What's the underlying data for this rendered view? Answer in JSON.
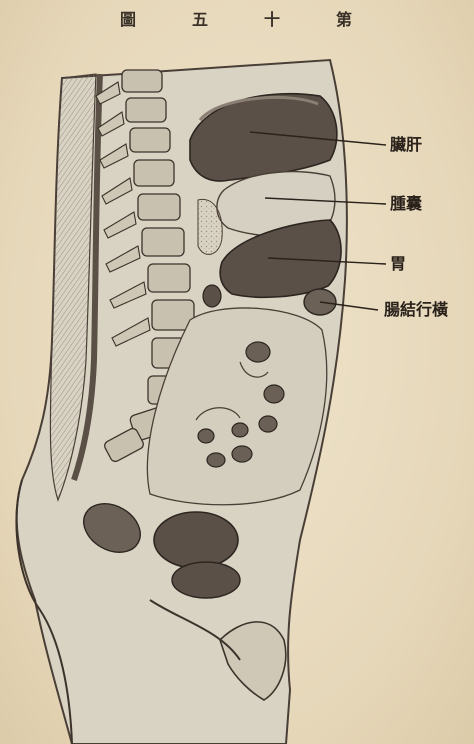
{
  "figure": {
    "title_chars": [
      "圖",
      "五",
      "十",
      "第"
    ]
  },
  "labels": {
    "liver": "臟肝",
    "gallbladder": "腫囊",
    "stomach": "胃",
    "transverse_colon": "腸結行橫"
  },
  "colors": {
    "paper": "#e9dcc0",
    "ink": "#2a221b",
    "organ_dark": "#5a5048",
    "tissue_light": "#d7d2c3"
  }
}
